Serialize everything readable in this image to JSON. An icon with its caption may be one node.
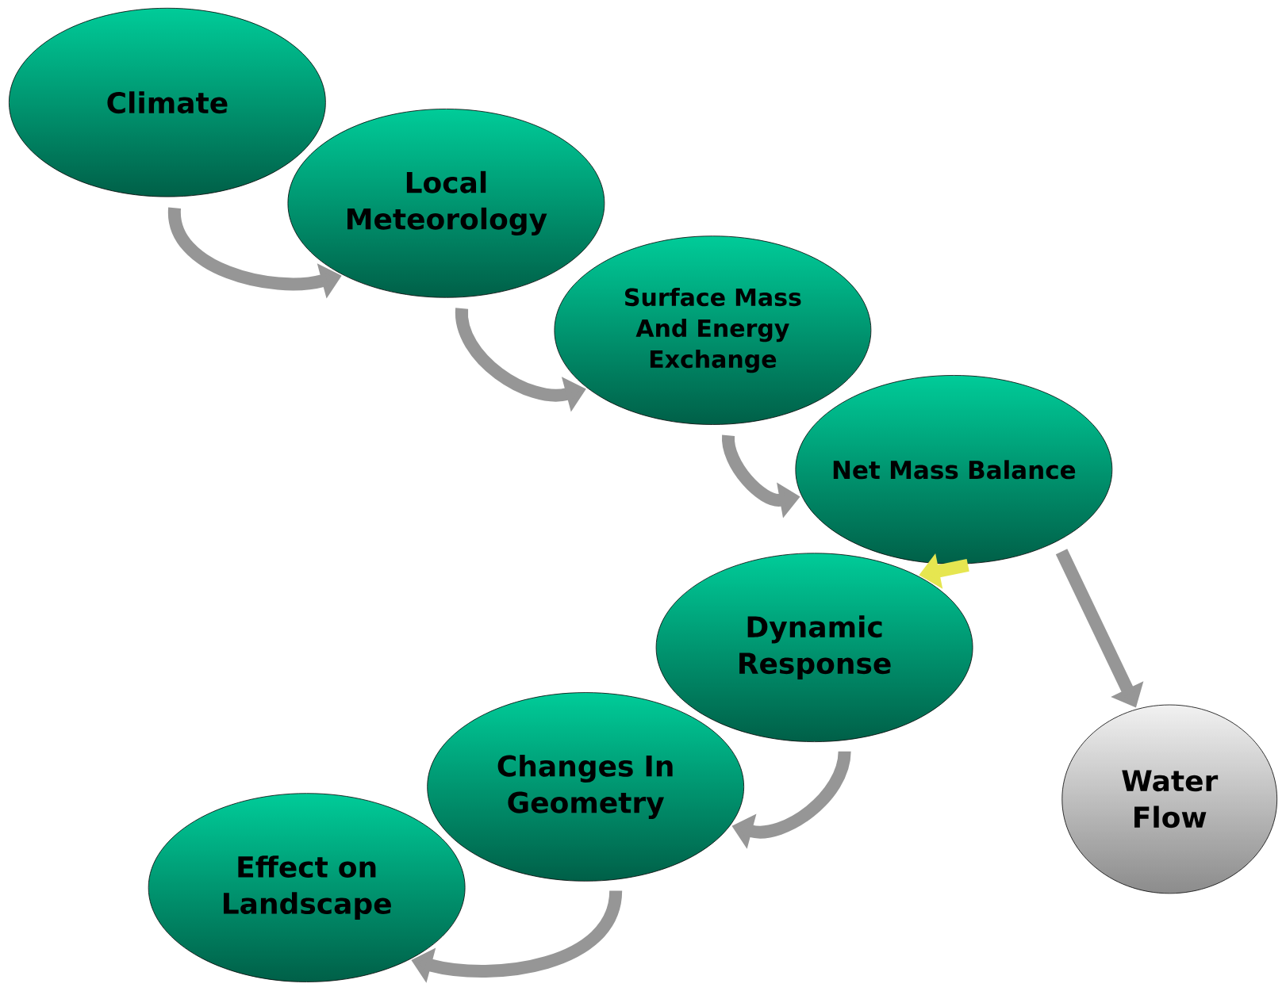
{
  "diagram": {
    "nodes": [
      {
        "text": [
          "Climate"
        ]
      },
      {
        "text": [
          "Local Meteorology"
        ]
      },
      {
        "text": [
          "Surface Mass And Energy Exchange"
        ]
      },
      {
        "text": [
          "Net Mass Balance"
        ]
      },
      {
        "text": [
          "Dynamic Response"
        ]
      },
      {
        "text": [
          "Changes In Geometry"
        ]
      },
      {
        "text": [
          "Effect on Landscape"
        ]
      },
      {
        "text": [
          "Water Flow"
        ]
      }
    ],
    "edges": [
      {
        "from": 0,
        "to": 1,
        "arrow": "to"
      },
      {
        "from": 1,
        "to": 2,
        "arrow": "to"
      },
      {
        "from": 2,
        "to": 3,
        "arrow": "to"
      },
      {
        "from": 3,
        "to": 4,
        "arrow": "to",
        "color": "#e6e650"
      },
      {
        "from": 3,
        "to": 7,
        "arrow": "to"
      },
      {
        "from": 4,
        "to": 5,
        "arrow": "to"
      },
      {
        "from": 5,
        "to": 6,
        "arrow": "to"
      }
    ]
  }
}
